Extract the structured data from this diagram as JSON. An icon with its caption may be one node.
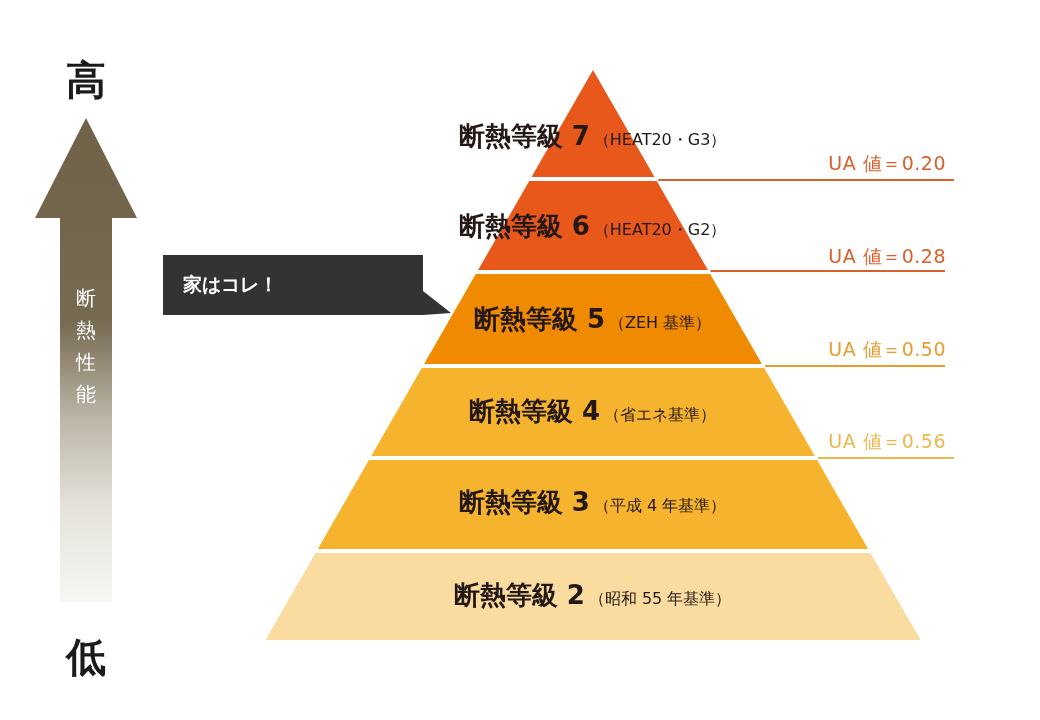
{
  "diagram": {
    "nodes": [
      {
        "text": [
          "断熱性能"
        ],
        "beside": [
          "高",
          "低"
        ]
      },
      {
        "text": [
          "断熱等級 7",
          "（HEAT20・G3）"
        ]
      },
      {
        "text": [
          "断熱等級 6",
          "（HEAT20・G2）"
        ]
      },
      {
        "text": [
          "家はコレ！"
        ]
      },
      {
        "text": [
          "断熱等級 5",
          "（ZEH 基準）"
        ]
      },
      {
        "text": [
          "断熱等級 4",
          "（省エネ基準）"
        ]
      },
      {
        "text": [
          "断熱等級 3",
          "（平成 4 年基準）"
        ]
      },
      {
        "text": [
          "断熱等級 2",
          "（昭和 55 年基準）"
        ]
      }
    ],
    "labels": [
      "UA 値＝0.20",
      "UA 値＝0.28",
      "UA 値＝0.50",
      "UA 値＝0.56"
    ]
  }
}
